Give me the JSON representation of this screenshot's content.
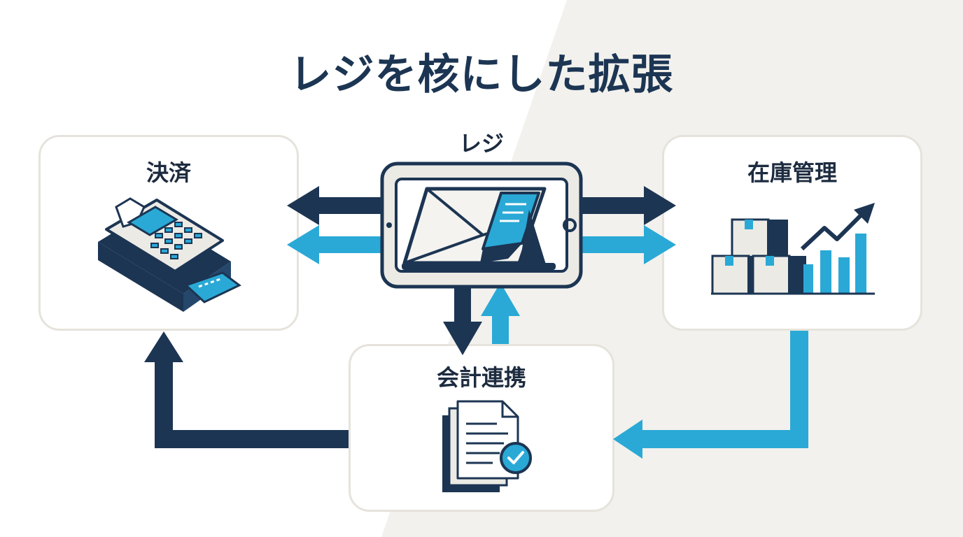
{
  "title": "レジを核にした拡張",
  "nodes": {
    "center": {
      "label": "レジ"
    },
    "payment": {
      "label": "決済"
    },
    "inventory": {
      "label": "在庫管理"
    },
    "accounting": {
      "label": "会計連携"
    }
  },
  "colors": {
    "navy": "#1c3553",
    "cyan": "#2aa9d6",
    "box_border": "#e6e3dc",
    "device_fill": "#eceae5",
    "background_right": "#f2f1ed"
  }
}
